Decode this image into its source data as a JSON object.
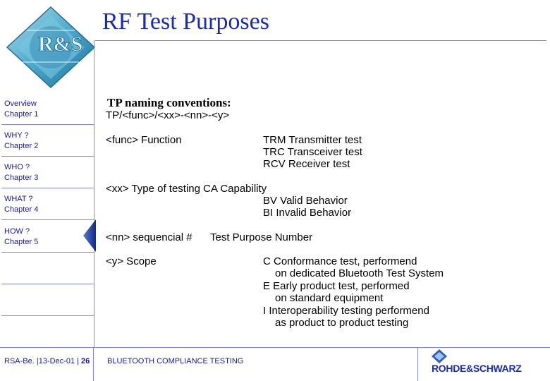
{
  "header": {
    "title": "RF Test Purposes",
    "logo_letters": "R&S"
  },
  "nav": {
    "items": [
      {
        "label": "Overview",
        "chapter": "Chapter 1"
      },
      {
        "label": "WHY ?",
        "chapter": "Chapter 2"
      },
      {
        "label": "WHO ?",
        "chapter": "Chapter 3"
      },
      {
        "label": "WHAT ?",
        "chapter": "Chapter 4"
      },
      {
        "label": "HOW ?",
        "chapter": "Chapter 5"
      }
    ],
    "active_index": 4
  },
  "content": {
    "heading": "TP naming conventions:",
    "pattern": "TP/<func>/<xx>-<nn>-<y>",
    "func": {
      "label": "<func> Function",
      "values": [
        "TRM Transmitter test",
        "TRC Transceiver test",
        "RCV Receiver test"
      ]
    },
    "xx": {
      "label": "<xx> Type of testing CA Capability",
      "values": [
        "BV Valid Behavior",
        "BI Invalid Behavior"
      ]
    },
    "nn": {
      "label": "<nn> sequencial #",
      "value": "Test Purpose Number"
    },
    "y": {
      "label": "<y> Scope",
      "values": [
        "C Conformance test, performend",
        "on dedicated Bluetooth Test System",
        "E Early product test, performed",
        "on standard equipment",
        "I Interoperability testing performend",
        "as product to product testing"
      ]
    }
  },
  "footer": {
    "left": "RSA-Be. |13-Dec-01 |",
    "page": "26",
    "center": "BLUETOOTH COMPLIANCE TESTING",
    "brand": "ROHDE&SCHWARZ"
  },
  "colors": {
    "title": "#1a2bb0",
    "nav_text": "#1a1a8c",
    "rule": "#8888cc",
    "pointer": "#1a3a9c"
  }
}
